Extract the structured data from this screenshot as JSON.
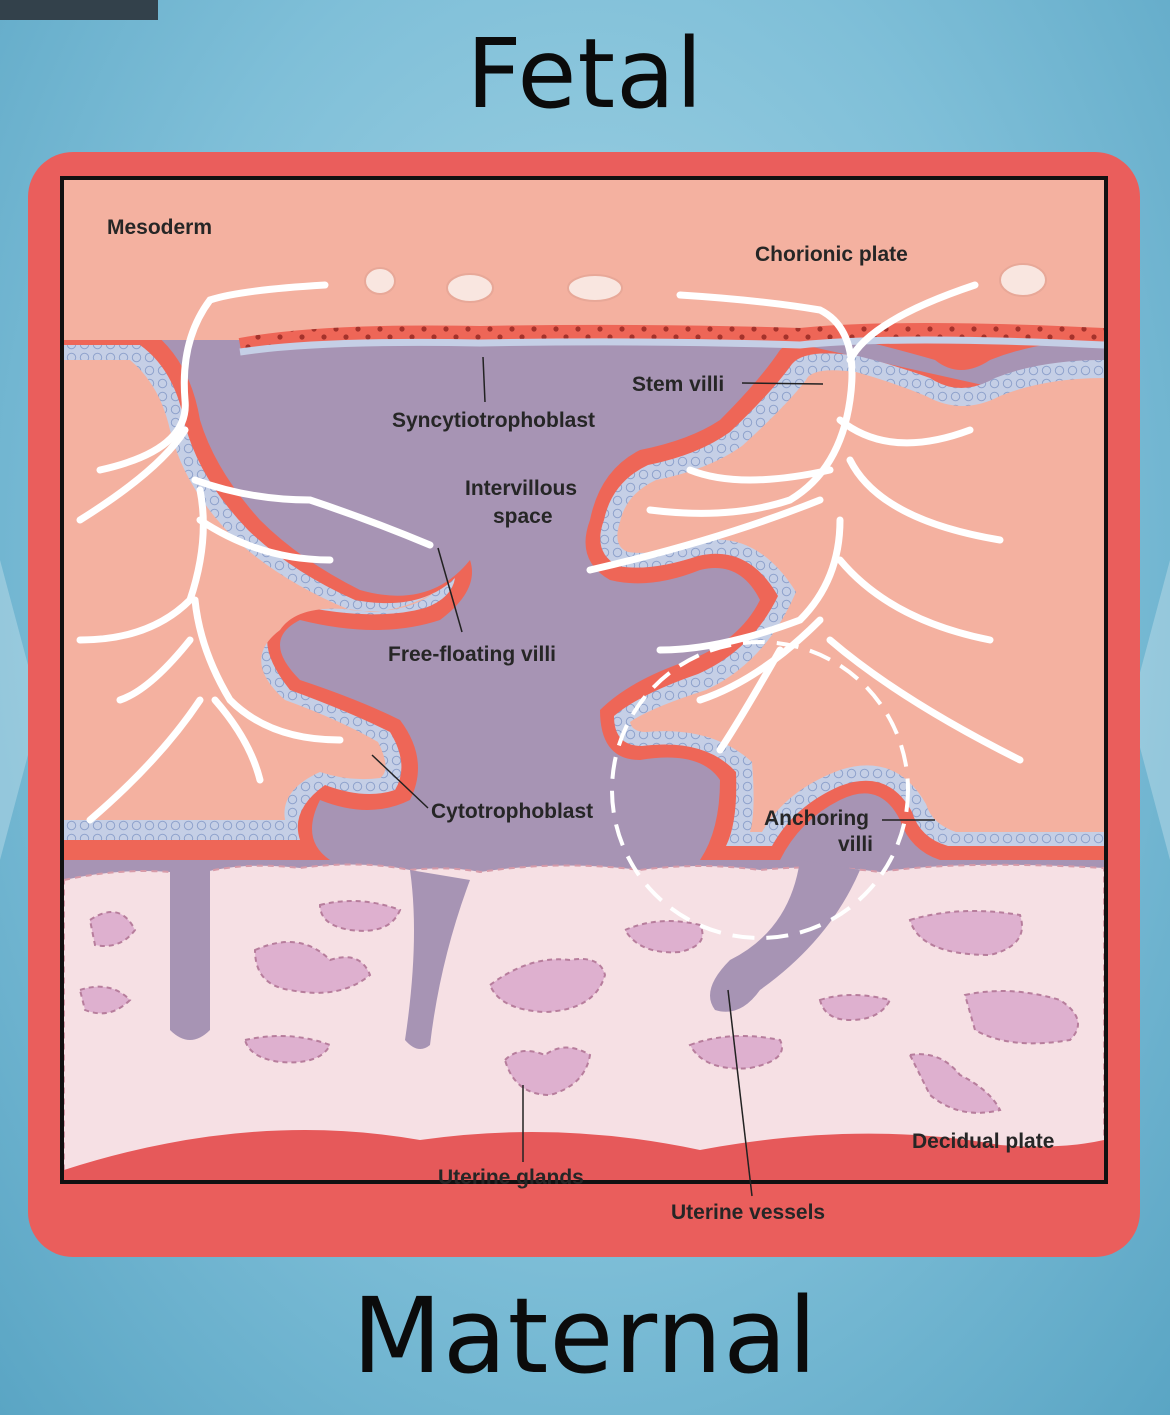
{
  "headings": {
    "top": "Fetal",
    "bottom": "Maternal"
  },
  "labels": {
    "mesoderm": "Mesoderm",
    "chorionic_plate": "Chorionic plate",
    "stem_villi": "Stem villi",
    "syncytiotrophoblast": "Syncytiotrophoblast",
    "intervillous_line1": "Intervillous",
    "intervillous_line2": "space",
    "free_floating_villi": "Free-floating villi",
    "cytotrophoblast": "Cytotrophoblast",
    "anchoring_line1": "Anchoring",
    "anchoring_line2": "villi",
    "decidual_plate": "Decidual plate",
    "uterine_glands": "Uterine glands",
    "uterine_vessels": "Uterine vessels"
  },
  "colors": {
    "frame": "#ea5e5c",
    "chorion": "#f4b1a0",
    "intervillous": "#a794b4",
    "trophoblast": "#ee6657",
    "cyto_cells": "#c5cfe6",
    "decidua": "#f6e0e4",
    "gland": "#deb0cf",
    "mesoderm_vessel": "#ffffff"
  }
}
